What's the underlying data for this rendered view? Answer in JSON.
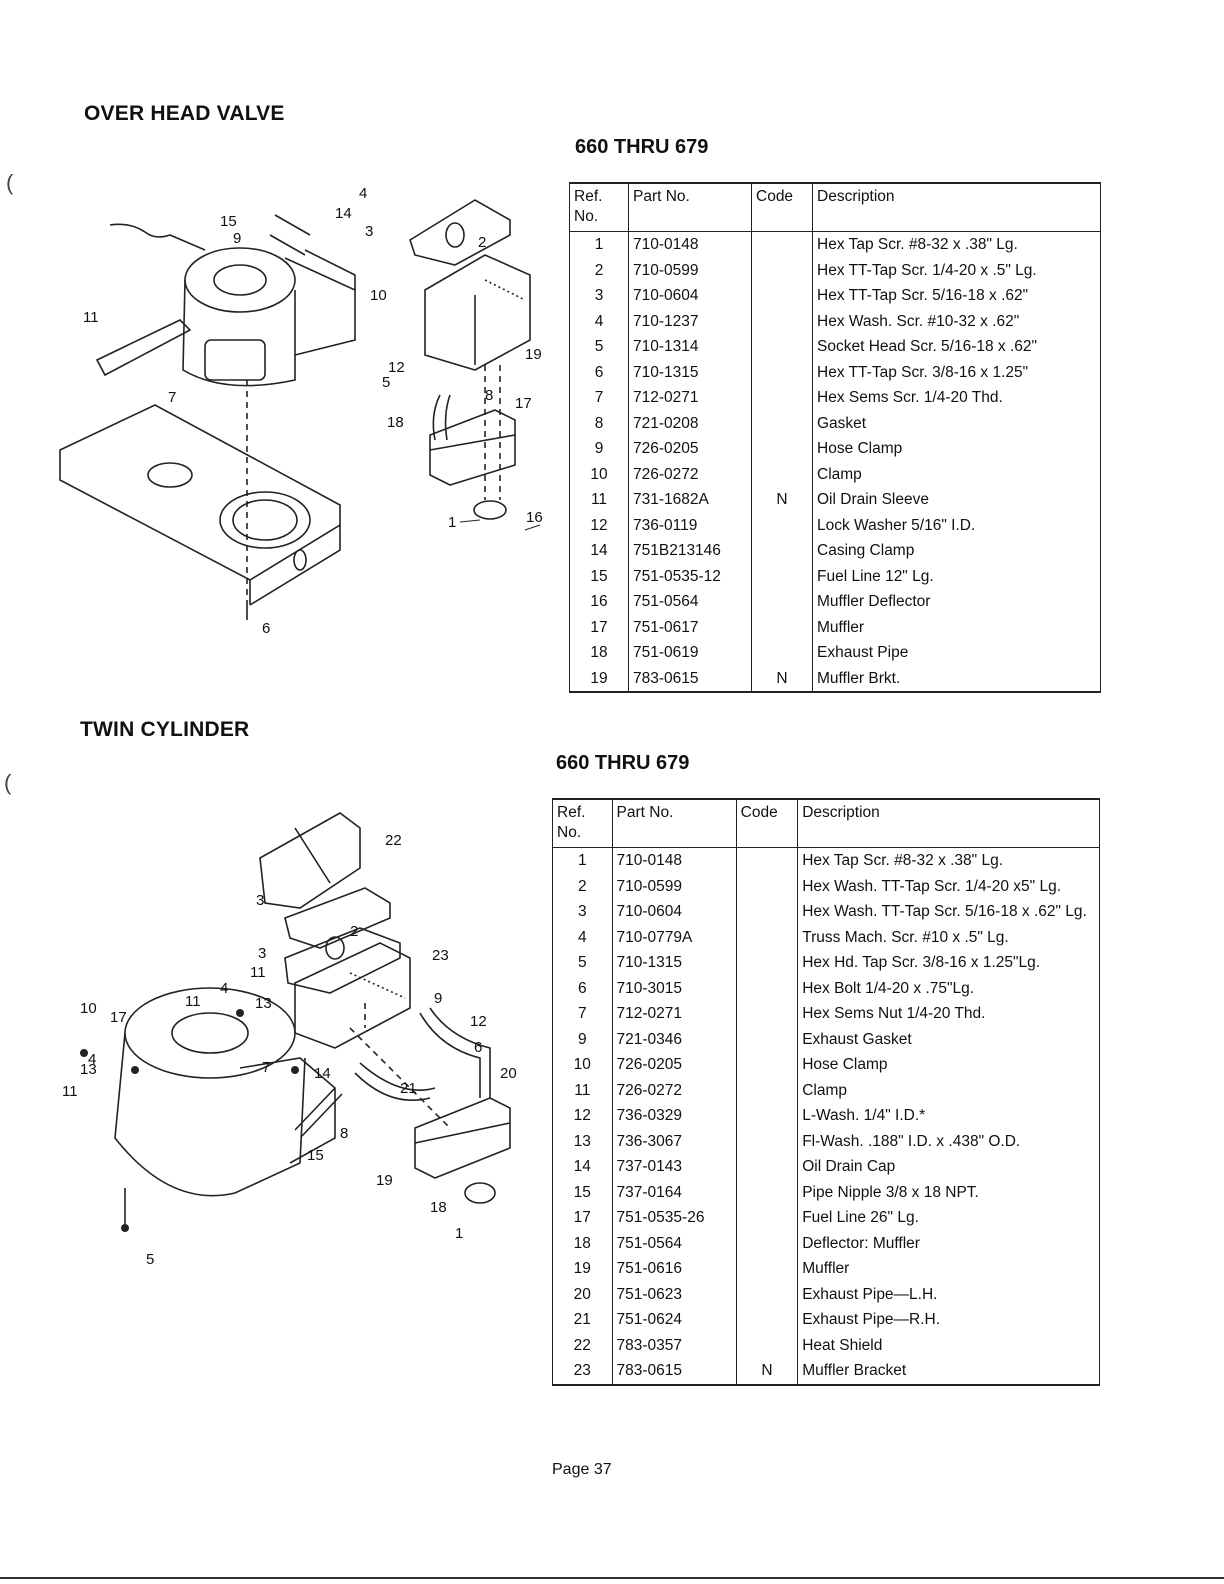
{
  "ohv": {
    "heading": "OVER HEAD VALVE",
    "range": "660 THRU 679",
    "columns": {
      "ref": "Ref. No.",
      "part": "Part No.",
      "code": "Code",
      "desc": "Description"
    },
    "rows": [
      {
        "ref": "1",
        "part": "710-0148",
        "code": "",
        "desc": "Hex Tap Scr. #8-32 x .38\" Lg."
      },
      {
        "ref": "2",
        "part": "710-0599",
        "code": "",
        "desc": "Hex TT-Tap Scr. 1/4-20 x .5\" Lg."
      },
      {
        "ref": "3",
        "part": "710-0604",
        "code": "",
        "desc": "Hex TT-Tap Scr. 5/16-18 x .62\""
      },
      {
        "ref": "4",
        "part": "710-1237",
        "code": "",
        "desc": "Hex Wash. Scr. #10-32 x .62\""
      },
      {
        "ref": "5",
        "part": "710-1314",
        "code": "",
        "desc": "Socket Head Scr. 5/16-18 x .62\""
      },
      {
        "ref": "6",
        "part": "710-1315",
        "code": "",
        "desc": "Hex TT-Tap Scr. 3/8-16 x 1.25\""
      },
      {
        "ref": "7",
        "part": "712-0271",
        "code": "",
        "desc": "Hex Sems Scr. 1/4-20 Thd."
      },
      {
        "ref": "8",
        "part": "721-0208",
        "code": "",
        "desc": "Gasket"
      },
      {
        "ref": "9",
        "part": "726-0205",
        "code": "",
        "desc": "Hose Clamp"
      },
      {
        "ref": "10",
        "part": "726-0272",
        "code": "",
        "desc": "Clamp"
      },
      {
        "ref": "11",
        "part": "731-1682A",
        "code": "N",
        "desc": "Oil Drain Sleeve"
      },
      {
        "ref": "12",
        "part": "736-0119",
        "code": "",
        "desc": "Lock Washer 5/16\" I.D."
      },
      {
        "ref": "14",
        "part": "751B213146",
        "code": "",
        "desc": "Casing Clamp"
      },
      {
        "ref": "15",
        "part": "751-0535-12",
        "code": "",
        "desc": "Fuel Line 12\" Lg."
      },
      {
        "ref": "16",
        "part": "751-0564",
        "code": "",
        "desc": "Muffler Deflector"
      },
      {
        "ref": "17",
        "part": "751-0617",
        "code": "",
        "desc": "Muffler"
      },
      {
        "ref": "18",
        "part": "751-0619",
        "code": "",
        "desc": "Exhaust Pipe"
      },
      {
        "ref": "19",
        "part": "783-0615",
        "code": "N",
        "desc": "Muffler Brkt."
      }
    ],
    "callouts": [
      "1",
      "2",
      "3",
      "4",
      "5",
      "6",
      "7",
      "8",
      "9",
      "10",
      "11",
      "12",
      "14",
      "15",
      "16",
      "17",
      "18",
      "19"
    ]
  },
  "twin": {
    "heading": "TWIN CYLINDER",
    "range": "660 THRU 679",
    "columns": {
      "ref": "Ref. No.",
      "part": "Part No.",
      "code": "Code",
      "desc": "Description"
    },
    "rows": [
      {
        "ref": "1",
        "part": "710-0148",
        "code": "",
        "desc": "Hex Tap Scr. #8-32 x .38\" Lg."
      },
      {
        "ref": "2",
        "part": "710-0599",
        "code": "",
        "desc": "Hex Wash. TT-Tap Scr. 1/4-20 x5\" Lg."
      },
      {
        "ref": "3",
        "part": "710-0604",
        "code": "",
        "desc": "Hex Wash. TT-Tap Scr. 5/16-18 x .62\" Lg."
      },
      {
        "ref": "4",
        "part": "710-0779A",
        "code": "",
        "desc": "Truss Mach. Scr. #10 x .5\" Lg."
      },
      {
        "ref": "5",
        "part": "710-1315",
        "code": "",
        "desc": "Hex Hd. Tap Scr. 3/8-16 x 1.25\"Lg."
      },
      {
        "ref": "6",
        "part": "710-3015",
        "code": "",
        "desc": "Hex Bolt 1/4-20 x .75\"Lg."
      },
      {
        "ref": "7",
        "part": "712-0271",
        "code": "",
        "desc": "Hex Sems Nut 1/4-20 Thd."
      },
      {
        "ref": "9",
        "part": "721-0346",
        "code": "",
        "desc": "Exhaust Gasket"
      },
      {
        "ref": "10",
        "part": "726-0205",
        "code": "",
        "desc": "Hose Clamp"
      },
      {
        "ref": "11",
        "part": "726-0272",
        "code": "",
        "desc": "Clamp"
      },
      {
        "ref": "12",
        "part": "736-0329",
        "code": "",
        "desc": "L-Wash. 1/4\" I.D.*"
      },
      {
        "ref": "13",
        "part": "736-3067",
        "code": "",
        "desc": "Fl-Wash. .188\" I.D. x .438\" O.D."
      },
      {
        "ref": "14",
        "part": "737-0143",
        "code": "",
        "desc": "Oil Drain Cap"
      },
      {
        "ref": "15",
        "part": "737-0164",
        "code": "",
        "desc": "Pipe Nipple 3/8 x 18 NPT."
      },
      {
        "ref": "17",
        "part": "751-0535-26",
        "code": "",
        "desc": "Fuel Line 26\" Lg."
      },
      {
        "ref": "18",
        "part": "751-0564",
        "code": "",
        "desc": "Deflector: Muffler"
      },
      {
        "ref": "19",
        "part": "751-0616",
        "code": "",
        "desc": "Muffler"
      },
      {
        "ref": "20",
        "part": "751-0623",
        "code": "",
        "desc": "Exhaust Pipe—L.H."
      },
      {
        "ref": "21",
        "part": "751-0624",
        "code": "",
        "desc": "Exhaust Pipe—R.H."
      },
      {
        "ref": "22",
        "part": "783-0357",
        "code": "",
        "desc": "Heat Shield"
      },
      {
        "ref": "23",
        "part": "783-0615",
        "code": "N",
        "desc": "Muffler Bracket"
      }
    ],
    "callouts": [
      "1",
      "2",
      "3",
      "3",
      "4",
      "4",
      "5",
      "6",
      "7",
      "8",
      "9",
      "10",
      "11",
      "11",
      "11",
      "12",
      "13",
      "13",
      "14",
      "15",
      "17",
      "18",
      "19",
      "20",
      "21",
      "22",
      "23"
    ]
  },
  "footer": {
    "page": "Page 37"
  }
}
